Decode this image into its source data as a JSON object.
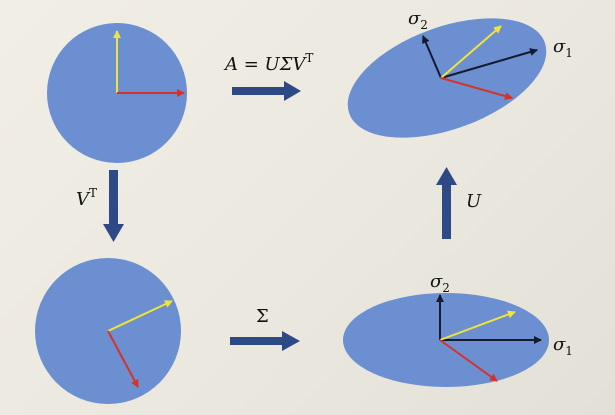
{
  "labels": {
    "top_arrow": "A = UΣV",
    "top_arrow_sup": "T",
    "left_arrow": "V",
    "left_arrow_sup": "T",
    "bottom_arrow": "Σ",
    "right_arrow": "U",
    "sigma1_top": "σ",
    "sigma1_top_sub": "1",
    "sigma2_top": "σ",
    "sigma2_top_sub": "2",
    "sigma1_bottom": "σ",
    "sigma1_bottom_sub": "1",
    "sigma2_bottom": "σ",
    "sigma2_bottom_sub": "2"
  },
  "colors": {
    "shape_fill": "#6b8fd0",
    "arrow_yellow": "#f0e43a",
    "arrow_red": "#d6322a",
    "arrow_black": "#161a2e",
    "transition_arrow": "#2e4a86"
  }
}
